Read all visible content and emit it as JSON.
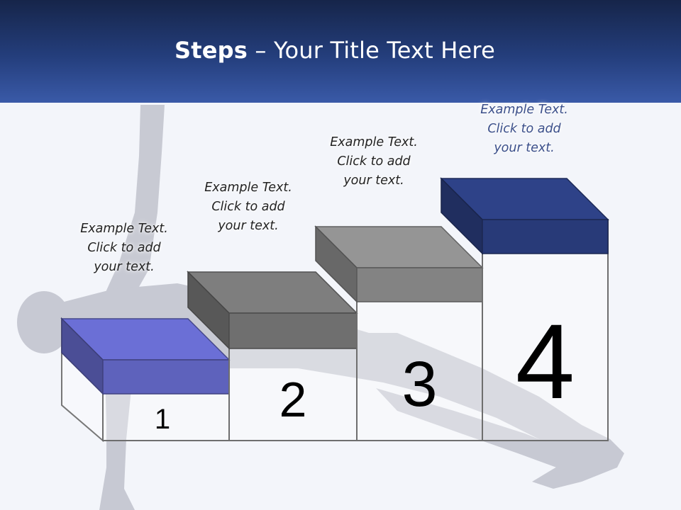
{
  "slide": {
    "title_bold": "Steps",
    "title_rest": " – Your Title Text Here"
  },
  "steps": [
    {
      "number": "1",
      "text": "Example Text. Click  to add your text.",
      "lines": [
        "Example Text.",
        "Click  to add",
        "your text."
      ],
      "color": "#6b6fd6"
    },
    {
      "number": "2",
      "text": "Example Text. Click  to add your text.",
      "lines": [
        "Example Text.",
        "Click  to add",
        "your text."
      ],
      "color": "#7e7e7e"
    },
    {
      "number": "3",
      "text": "Example Text. Click  to add your text.",
      "lines": [
        "Example Text.",
        "Click  to add",
        "your text."
      ],
      "color": "#959595"
    },
    {
      "number": "4",
      "text": "Example Text. Click  to add your text.",
      "lines": [
        "Example Text.",
        "Click  to add",
        "your text."
      ],
      "color": "#2e4288"
    }
  ],
  "colors": {
    "header_top": "#16254a",
    "header_bottom": "#3a5aa8",
    "background": "#f3f5fa",
    "silhouette": "#c5c7d1"
  }
}
